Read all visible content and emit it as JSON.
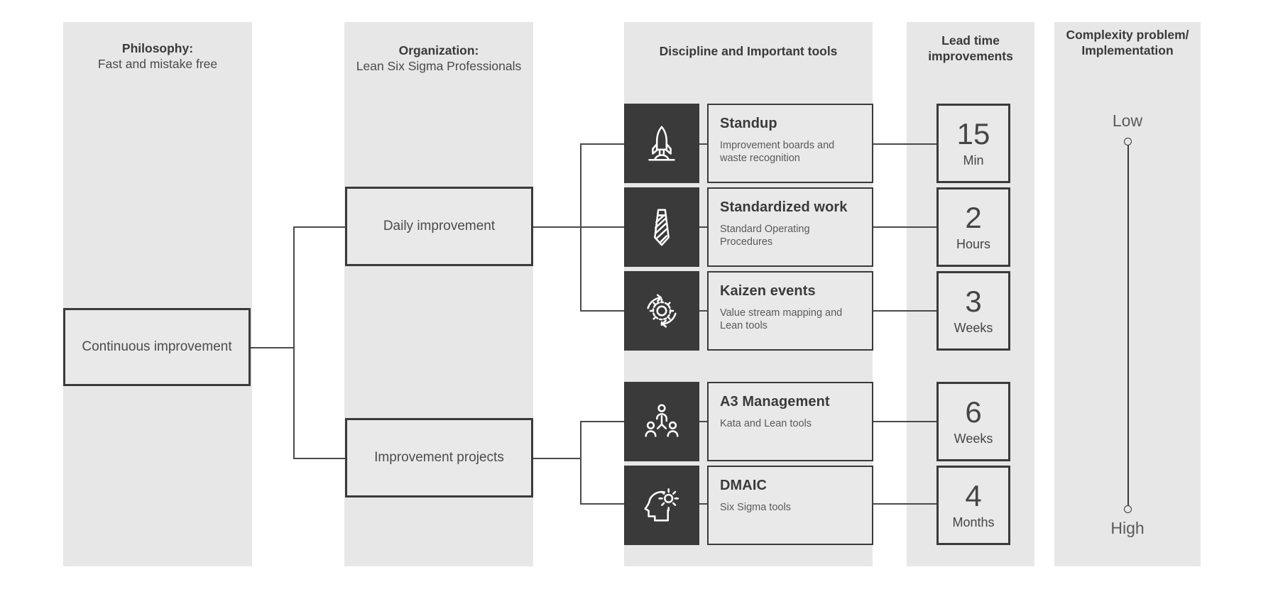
{
  "columns": [
    {
      "id": "philosophy",
      "title": "Philosophy:",
      "subtitle": "Fast and mistake free"
    },
    {
      "id": "organization",
      "title": "Organization:",
      "subtitle": "Lean Six Sigma Professionals"
    },
    {
      "id": "discipline",
      "title": "Discipline and Important tools",
      "subtitle": ""
    },
    {
      "id": "leadtime",
      "title": "Lead time",
      "subtitle": "improvements"
    },
    {
      "id": "complexity",
      "title": "Complexity problem/",
      "subtitle": "Implementation"
    }
  ],
  "root": {
    "label": "Continuous improvement"
  },
  "branches": [
    {
      "id": "daily",
      "label": "Daily improvement"
    },
    {
      "id": "projects",
      "label": "Improvement projects"
    }
  ],
  "tools": [
    {
      "id": "standup",
      "icon": "rocket-icon",
      "title": "Standup",
      "subtitle": "Improvement boards and waste recognition",
      "lead_value": "15",
      "lead_unit": "Min"
    },
    {
      "id": "stdwork",
      "icon": "necktie-icon",
      "title": "Standardized work",
      "subtitle": "Standard Operating Procedures",
      "lead_value": "2",
      "lead_unit": "Hours"
    },
    {
      "id": "kaizen",
      "icon": "gear-cycle-icon",
      "title": "Kaizen events",
      "subtitle": "Value stream mapping and Lean tools",
      "lead_value": "3",
      "lead_unit": "Weeks"
    },
    {
      "id": "a3",
      "icon": "team-icon",
      "title": "A3 Management",
      "subtitle": "Kata and Lean tools",
      "lead_value": "6",
      "lead_unit": "Weeks"
    },
    {
      "id": "dmaic",
      "icon": "head-gear-icon",
      "title": "DMAIC",
      "subtitle": "Six Sigma tools",
      "lead_value": "4",
      "lead_unit": "Months"
    }
  ],
  "complexity_scale": {
    "top_label": "Low",
    "bottom_label": "High"
  },
  "colors": {
    "panel_background": "#e7e7e7",
    "node_background": "#e9e9e9",
    "border": "#3a3a3a",
    "icon_tile": "#3a3a3a",
    "icon_stroke": "#ffffff",
    "text": "#4b4b4b",
    "page_background": "#ffffff"
  }
}
